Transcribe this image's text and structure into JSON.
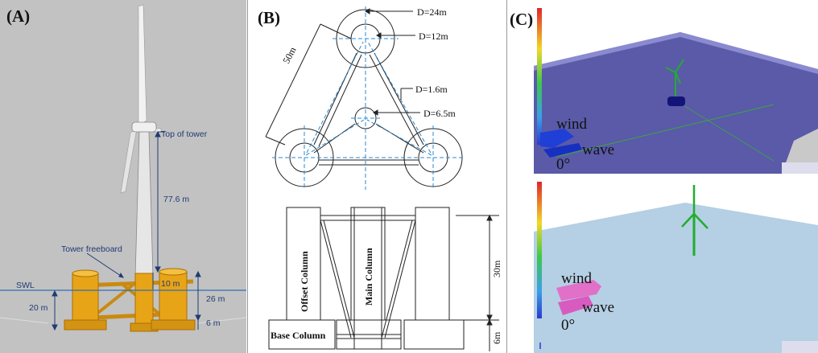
{
  "panel_a": {
    "label": "(A)",
    "top_of_tower": "Top of tower",
    "tower_height": "77.6 m",
    "tower_freeboard": "Tower freeboard",
    "swl": "SWL",
    "freeboard_10": "10 m",
    "draft_20": "20 m",
    "height_26": "26 m",
    "base_6": "6 m",
    "colors": {
      "background": "#c2c2c2",
      "platform": "#e8a417",
      "tower": "#e6e6e6",
      "annotation": "#1f3b73",
      "swl_line": "#2f6fb3"
    }
  },
  "panel_b": {
    "label": "(B)",
    "d24": "D=24m",
    "d12": "D=12m",
    "d16": "D=1.6m",
    "d65": "D=6.5m",
    "span_50": "50m",
    "offset_column": "Offset Column",
    "main_column": "Main Column",
    "base_column": "Base Column",
    "height_30": "30m",
    "height_6": "6m"
  },
  "panel_c": {
    "label": "(C)",
    "top": {
      "wind": "wind",
      "wave": "wave",
      "angle": "0°"
    },
    "bottom": {
      "wind": "wind",
      "wave": "wave",
      "angle": "0°"
    },
    "colors": {
      "sea_top": "#5a5aa8",
      "sea_bottom": "#b5cfe4",
      "turbine": "#1fae2e",
      "arrow_top": "#1f3fd6",
      "arrow_bottom": "#e070c8"
    }
  }
}
